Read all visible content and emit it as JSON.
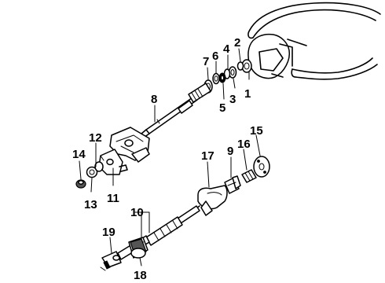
{
  "diagram": {
    "callouts": [
      "1",
      "2",
      "3",
      "4",
      "5",
      "6",
      "7",
      "8",
      "9",
      "10",
      "11",
      "12",
      "13",
      "14",
      "15",
      "16",
      "17",
      "18",
      "19"
    ]
  },
  "colors": {
    "ink": "#000000",
    "paper": "#ffffff"
  }
}
